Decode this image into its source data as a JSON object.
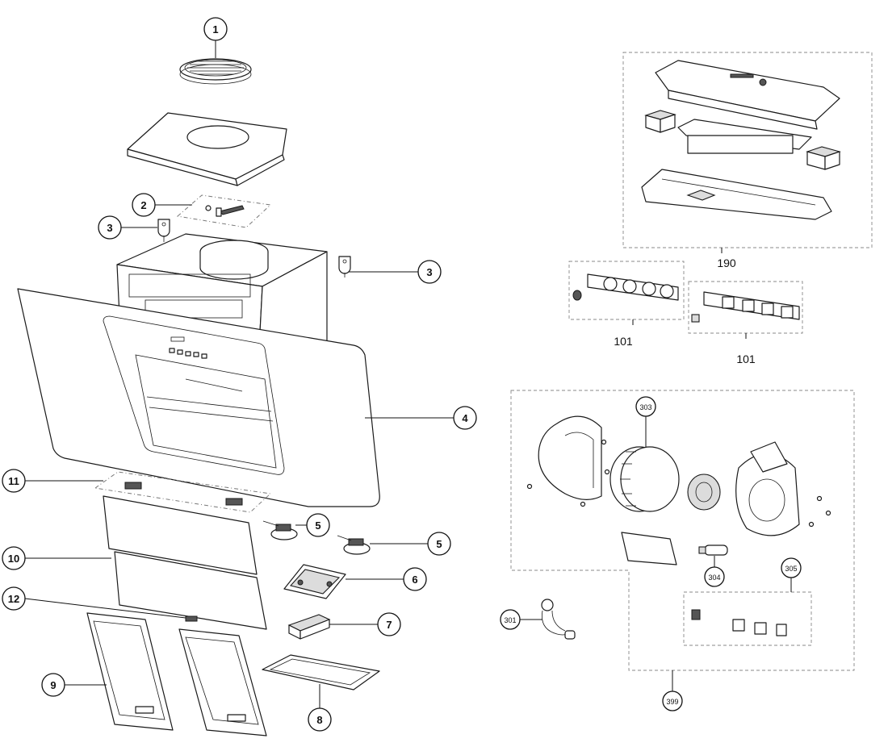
{
  "callouts": {
    "c1": "1",
    "c2": "2",
    "c3a": "3",
    "c3b": "3",
    "c4": "4",
    "c5a": "5",
    "c5b": "5",
    "c6": "6",
    "c7": "7",
    "c8": "8",
    "c9": "9",
    "c10": "10",
    "c11": "11",
    "c12": "12",
    "c190": "190",
    "c101a": "101",
    "c101b": "101",
    "c303": "303",
    "c304": "304",
    "c305": "305",
    "c301": "301",
    "c399": "399"
  },
  "colors": {
    "line": "#1a1a1a",
    "dash": "#777777",
    "fill_grey": "#dcdcdc"
  }
}
